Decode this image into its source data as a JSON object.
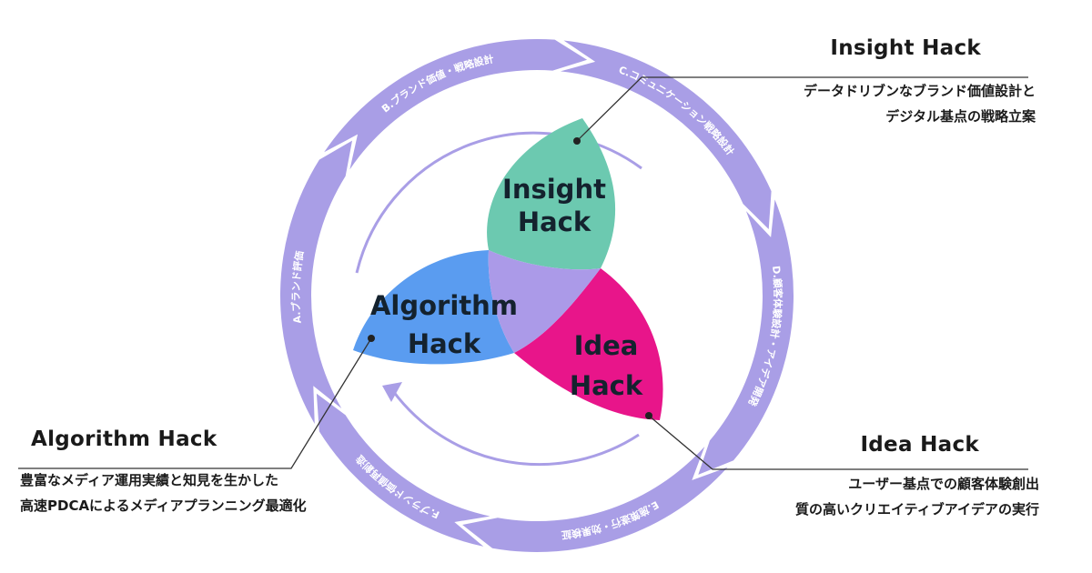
{
  "cycle_steps": [
    {
      "label": "A.ブランド評価"
    },
    {
      "label": "B.ブランド価値・戦略設計"
    },
    {
      "label": "C.コミュニケーション戦略設計"
    },
    {
      "label": "D.顧客体験設計・アイデア開発"
    },
    {
      "label": "E.施策遂行・効果検証"
    },
    {
      "label": "F.ブランド価値再創造"
    }
  ],
  "petals": {
    "insight": {
      "line1": "Insight",
      "line2": "Hack",
      "color": "#6cc9b0"
    },
    "algorithm": {
      "line1": "Algorithm",
      "line2": "Hack",
      "color": "#5a9cf0"
    },
    "idea": {
      "line1": "Idea",
      "line2": "Hack",
      "color": "#e8158a"
    },
    "center_color": "#ab9ae8"
  },
  "ring_color": "#a99ee6",
  "callouts": {
    "insight": {
      "title": "Insight Hack",
      "line1": "データドリブンなブランド価値設計と",
      "line2": "デジタル基点の戦略立案"
    },
    "idea": {
      "title": "Idea Hack",
      "line1": "ユーザー基点での顧客体験創出",
      "line2": "質の高いクリエイティブアイデアの実行"
    },
    "algorithm": {
      "title": "Algorithm Hack",
      "line1": "豊富なメディア運用実績と知見を生かした",
      "line2": "高速PDCAによるメディアプランニング最適化"
    }
  }
}
